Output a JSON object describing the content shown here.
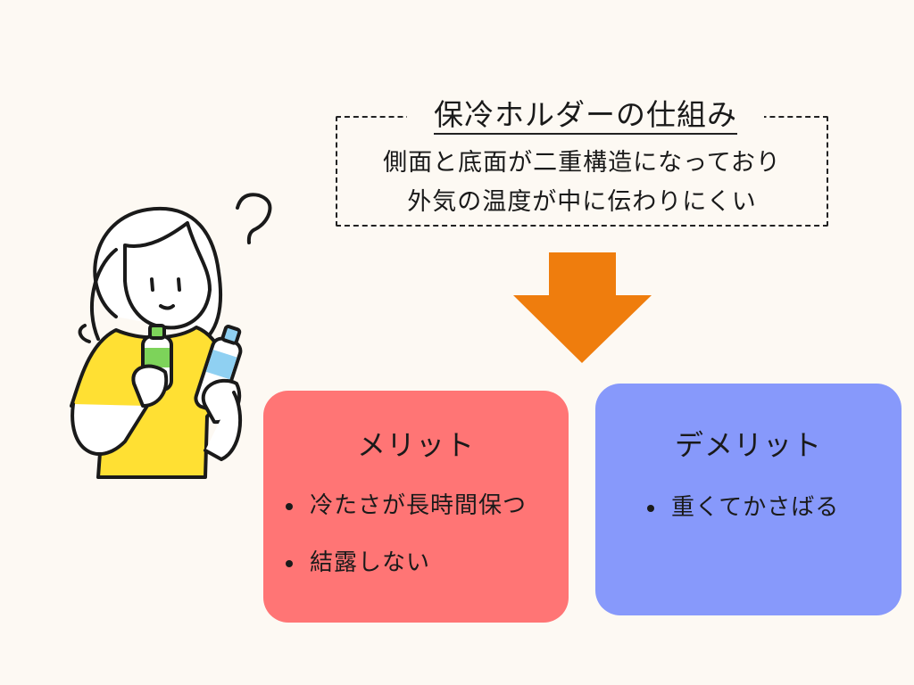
{
  "header": {
    "title": "保冷ホルダーの仕組み",
    "line1": "側面と底面が二重構造になっており",
    "line2": "外気の温度が中に伝わりにくい"
  },
  "merit": {
    "title": "メリット",
    "items": [
      "冷たさが長時間保つ",
      "結露しない"
    ]
  },
  "demerit": {
    "title": "デメリット",
    "items": [
      "重くてかさばる"
    ]
  },
  "colors": {
    "background": "#fdf9f3",
    "arrow": "#ef7d0d",
    "merit_card": "#ff7575",
    "demerit_card": "#8799fb",
    "shirt": "#ffe033"
  },
  "icons": {
    "illustration": "girl-holding-bottles-icon",
    "question": "question-mark-icon",
    "arrow": "arrow-down-icon"
  }
}
